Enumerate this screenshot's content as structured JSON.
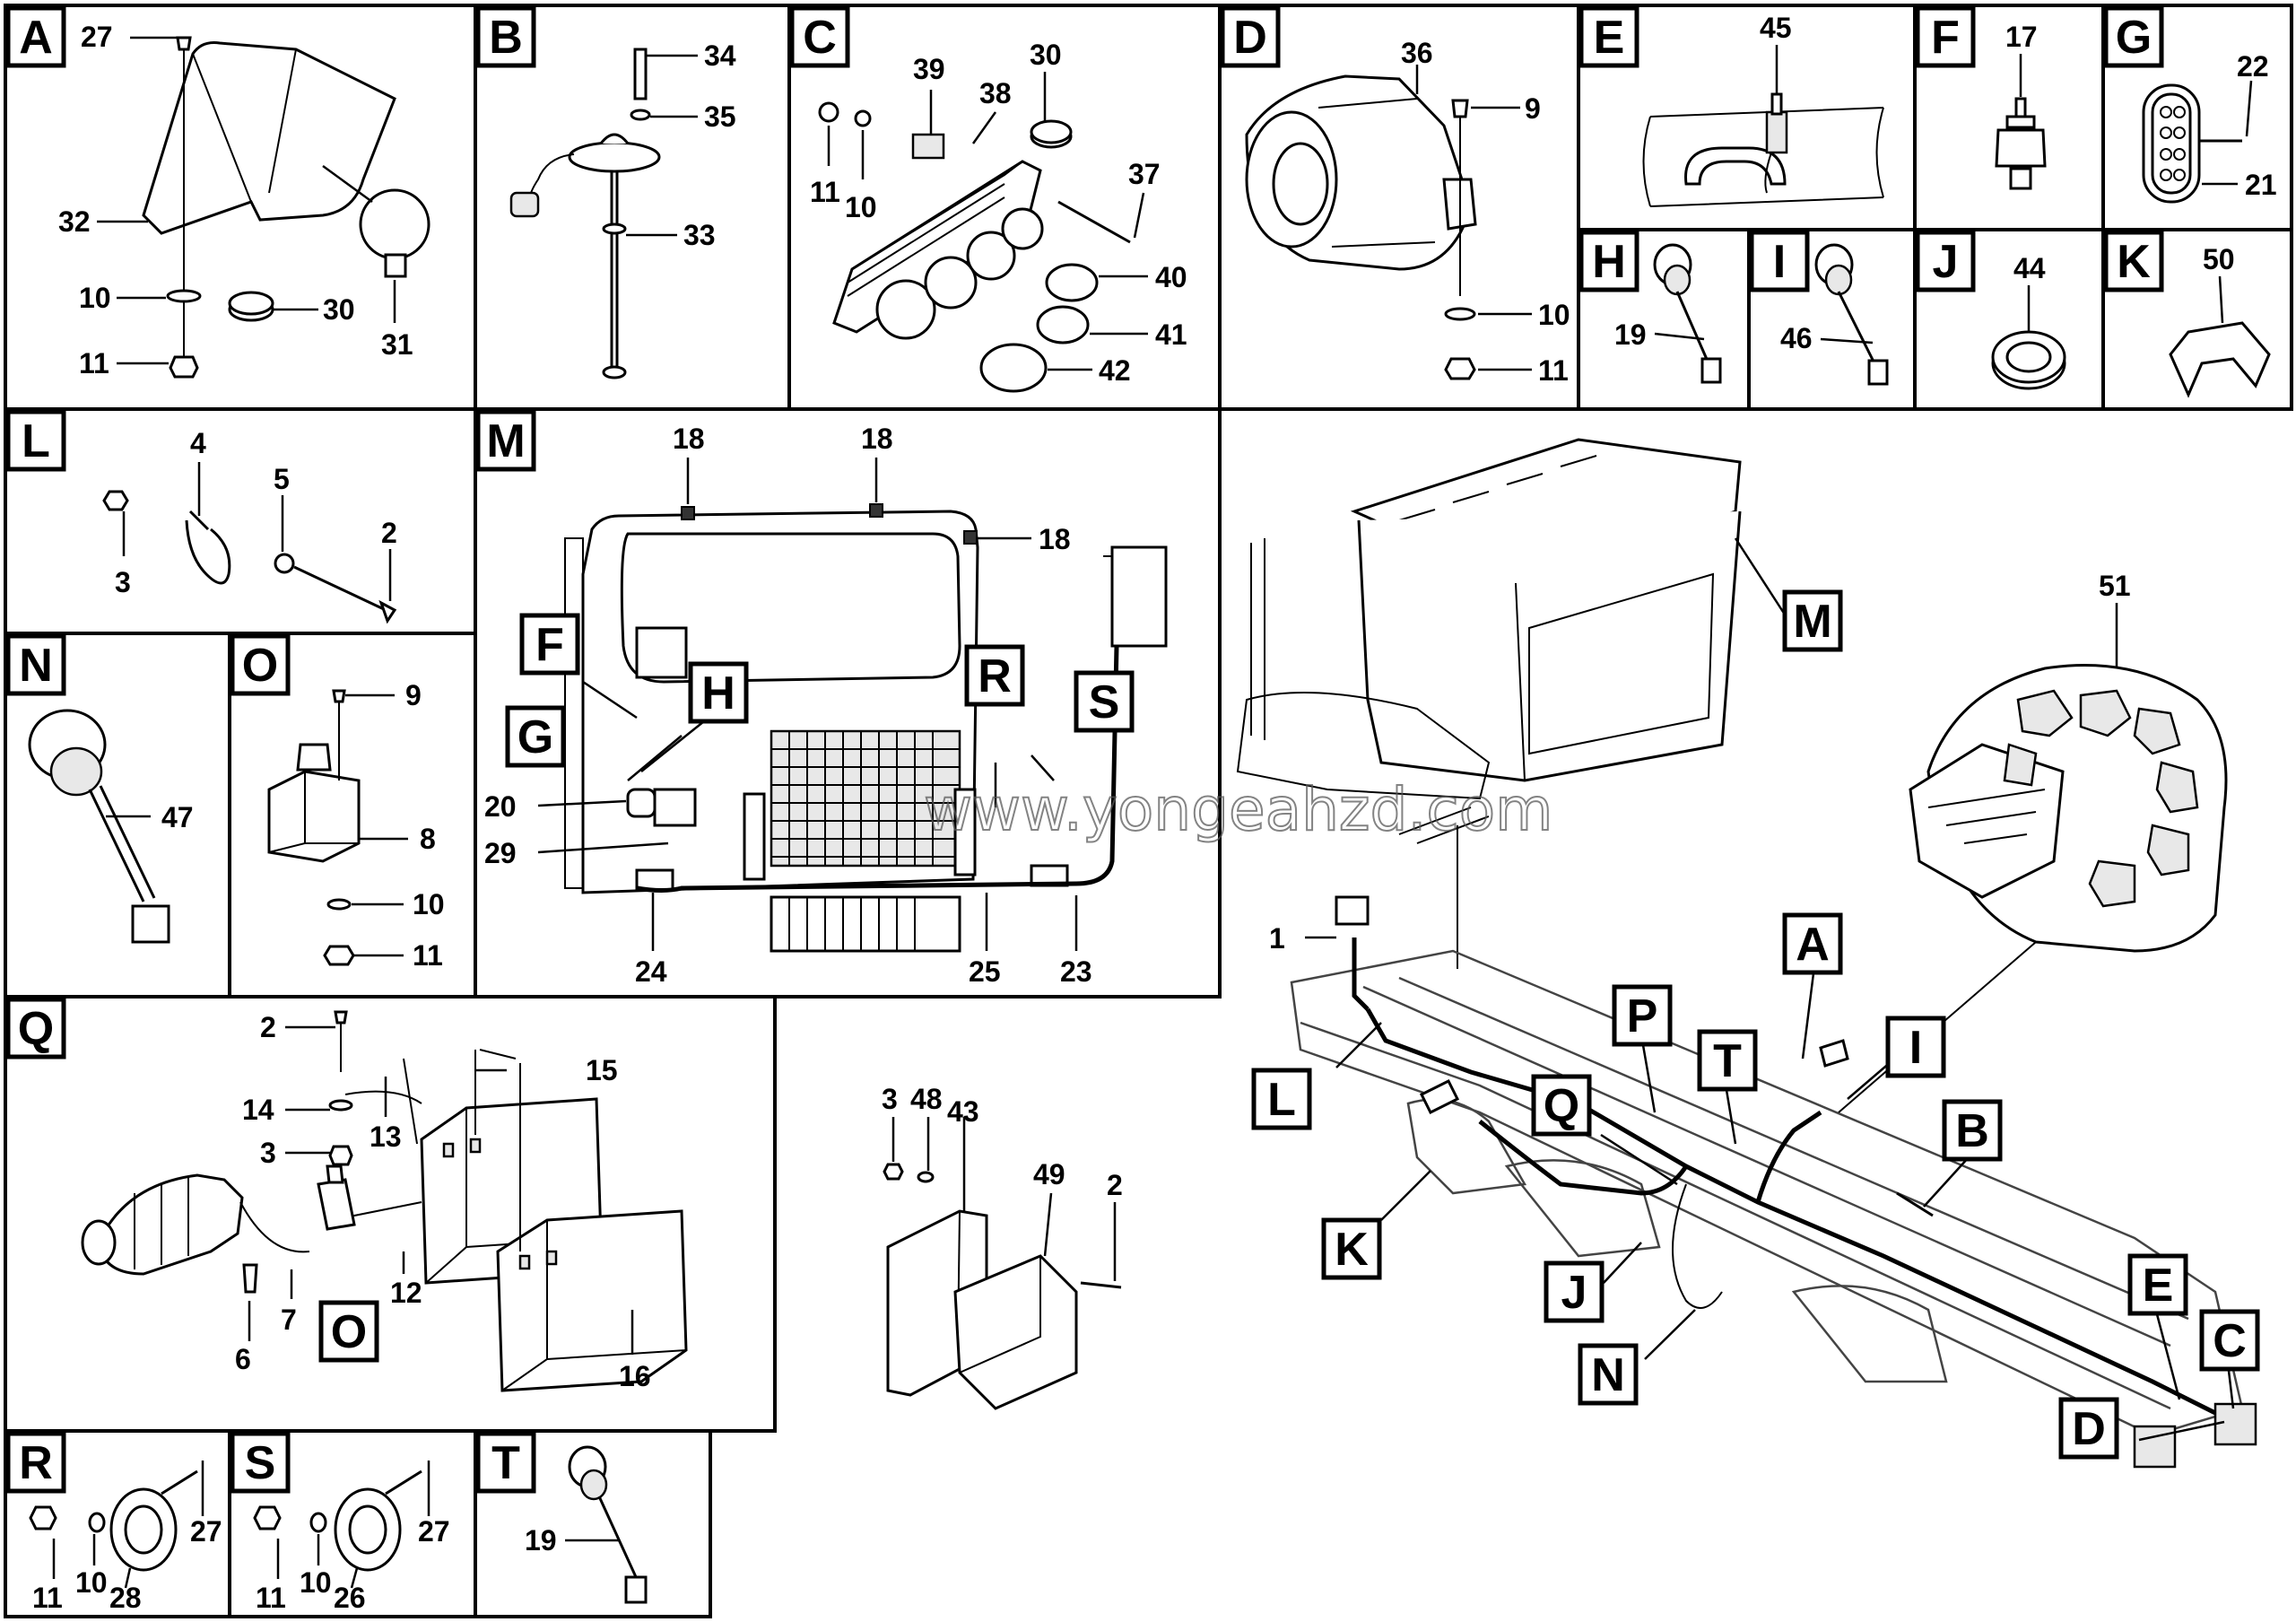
{
  "watermark": "www.yongeahzd.com",
  "panels": {
    "A": {
      "label": "A",
      "callouts": [
        "27",
        "32",
        "10",
        "11",
        "30",
        "31"
      ]
    },
    "B": {
      "label": "B",
      "callouts": [
        "34",
        "35",
        "33"
      ]
    },
    "C": {
      "label": "C",
      "callouts": [
        "39",
        "30",
        "38",
        "11",
        "10",
        "37",
        "40",
        "41",
        "42"
      ]
    },
    "D": {
      "label": "D",
      "callouts": [
        "36",
        "9",
        "10",
        "11"
      ]
    },
    "E": {
      "label": "E",
      "callouts": [
        "45"
      ]
    },
    "F": {
      "label": "F",
      "callouts": [
        "17"
      ]
    },
    "G": {
      "label": "G",
      "callouts": [
        "22",
        "21"
      ]
    },
    "H": {
      "label": "H",
      "callouts": [
        "19"
      ]
    },
    "I": {
      "label": "I",
      "callouts": [
        "46"
      ]
    },
    "J": {
      "label": "J",
      "callouts": [
        "44"
      ]
    },
    "K": {
      "label": "K",
      "callouts": [
        "50"
      ]
    },
    "L": {
      "label": "L",
      "callouts": [
        "4",
        "5",
        "3",
        "2"
      ]
    },
    "M": {
      "label": "M",
      "callouts": [
        "18",
        "18",
        "18",
        "20",
        "29",
        "24",
        "25",
        "23"
      ]
    },
    "N": {
      "label": "N",
      "callouts": [
        "47"
      ]
    },
    "O": {
      "label": "O",
      "callouts": [
        "9",
        "8",
        "10",
        "11"
      ]
    },
    "Q": {
      "label": "Q",
      "callouts": [
        "2",
        "15",
        "14",
        "13",
        "3",
        "6",
        "7",
        "12",
        "16"
      ]
    },
    "R": {
      "label": "R",
      "callouts": [
        "27",
        "11",
        "10",
        "28"
      ]
    },
    "S": {
      "label": "S",
      "callouts": [
        "27",
        "11",
        "10",
        "26"
      ]
    },
    "T": {
      "label": "T",
      "callouts": [
        "19"
      ]
    }
  },
  "loose_callouts": [
    "3",
    "48",
    "43",
    "49",
    "2"
  ],
  "overview_callouts": [
    "51",
    "1"
  ],
  "m_detail_labels": [
    "F",
    "G",
    "H",
    "R",
    "S"
  ],
  "overview_labels": [
    "M",
    "A",
    "P",
    "T",
    "I",
    "L",
    "Q",
    "B",
    "K",
    "J",
    "N",
    "E",
    "C",
    "D"
  ],
  "q_inline_label": "O"
}
